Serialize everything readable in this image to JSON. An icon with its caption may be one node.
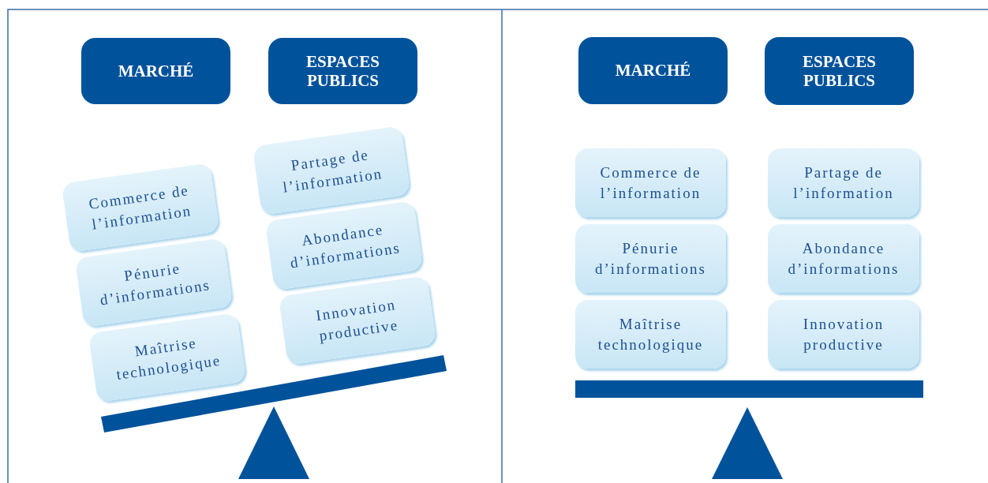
{
  "diagram": {
    "nodes": [
      {
        "text": [
          "MARCHÉ"
        ]
      },
      {
        "text": [
          "ESPACES PUBLICS"
        ]
      },
      {
        "text": [
          "Commerce de l’information"
        ]
      },
      {
        "text": [
          "Partage de l’information"
        ]
      },
      {
        "text": [
          "Pénurie d’informations"
        ]
      },
      {
        "text": [
          "Abondance d’informations"
        ]
      },
      {
        "text": [
          "Maîtrise technologique"
        ]
      },
      {
        "text": [
          "Innovation productive"
        ]
      },
      {
        "text": [
          "MARCHÉ"
        ]
      },
      {
        "text": [
          "ESPACES PUBLICS"
        ]
      },
      {
        "text": [
          "Commerce de l’information"
        ]
      },
      {
        "text": [
          "Partage de l’information"
        ]
      },
      {
        "text": [
          "Pénurie d’informations"
        ]
      },
      {
        "text": [
          "Abondance d’informations"
        ]
      },
      {
        "text": [
          "Maîtrise technologique"
        ]
      },
      {
        "text": [
          "Innovation productive"
        ]
      }
    ]
  }
}
